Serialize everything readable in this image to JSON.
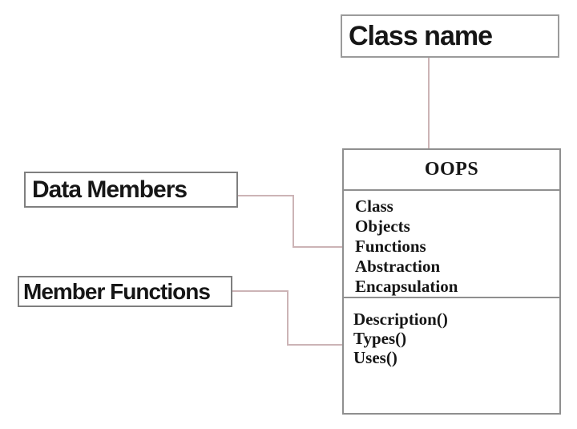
{
  "diagram": {
    "class_name_box": {
      "label": "Class name"
    },
    "oops_box": {
      "title": "OOPS",
      "attributes": [
        "Class",
        "Objects",
        "Functions",
        "Abstraction",
        "Encapsulation"
      ],
      "methods": [
        "Description()",
        "Types()",
        "Uses()"
      ]
    },
    "data_members_box": {
      "label": "Data Members"
    },
    "member_functions_box": {
      "label": "Member Functions"
    },
    "colors": {
      "class_box_border": "#8f8f8f",
      "label_box_border": "#7f7f7f",
      "connector_line": "#ccb4b6",
      "text": "#161616",
      "background": "#ffffff"
    }
  }
}
